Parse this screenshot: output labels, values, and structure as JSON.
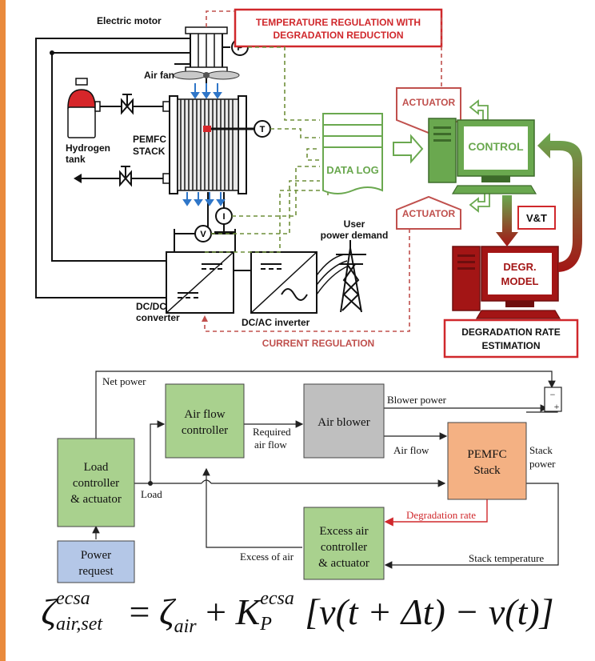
{
  "top_diagram": {
    "electric_motor": "Electric motor",
    "air_fan": "Air fan",
    "hydrogen_tank": [
      "Hydrogen",
      "tank"
    ],
    "pemfc_stack": [
      "PEMFC",
      "STACK"
    ],
    "sensor_p": "P",
    "sensor_t": "T",
    "sensor_i": "I",
    "sensor_v": "V",
    "temp_regulation": [
      "TEMPERATURE REGULATION WITH",
      "DEGRADATION REDUCTION"
    ],
    "data_log": "DATA LOG",
    "actuator_top": "ACTUATOR",
    "actuator_bottom": "ACTUATOR",
    "control": "CONTROL",
    "vt": "V&T",
    "degr_model": [
      "DEGR.",
      "MODEL"
    ],
    "user_power_demand": [
      "User",
      "power demand"
    ],
    "dcdc_converter": [
      "DC/DC",
      "converter"
    ],
    "dcac_inverter": "DC/AC inverter",
    "current_regulation": "CURRENT REGULATION",
    "degradation_rate_estimation": [
      "DEGRADATION RATE",
      "ESTIMATION"
    ]
  },
  "block_diagram": {
    "net_power": "Net power",
    "air_flow_controller": [
      "Air flow",
      "controller"
    ],
    "required_air_flow": [
      "Required",
      "air flow"
    ],
    "air_blower": "Air blower",
    "blower_power": "Blower power",
    "air_flow": "Air flow",
    "pemfc_stack": [
      "PEMFC",
      "Stack"
    ],
    "stack_power": [
      "Stack",
      "power"
    ],
    "load_controller": [
      "Load",
      "controller",
      "& actuator"
    ],
    "load": "Load",
    "degradation_rate": "Degradation rate",
    "excess_air_controller": [
      "Excess air",
      "controller",
      "& actuator"
    ],
    "excess_of_air": "Excess of air",
    "stack_temperature": "Stack temperature",
    "power_request": [
      "Power",
      "request"
    ],
    "sum_minus": "−",
    "sum_plus": "+"
  },
  "formula": {
    "zeta": "ζ",
    "sup_ecsa": "ecsa",
    "sub_air_set": "air,set",
    "equals": "=",
    "sub_air": "air",
    "plus": "+",
    "k": "K",
    "k_sup": "ecsa",
    "k_sub": "P",
    "body": "[ν(t + Δt) − ν(t)]"
  },
  "colors": {
    "accent_orange": "#e98a3c",
    "red": "#d0282c",
    "green": "#6aa84f",
    "dashed_green": "#6f8f3a",
    "dashed_red": "#c0504d",
    "block_green": "#a9d18e",
    "block_grey": "#bfbfbf",
    "block_orange": "#f4b183",
    "block_blue": "#b4c7e7"
  }
}
